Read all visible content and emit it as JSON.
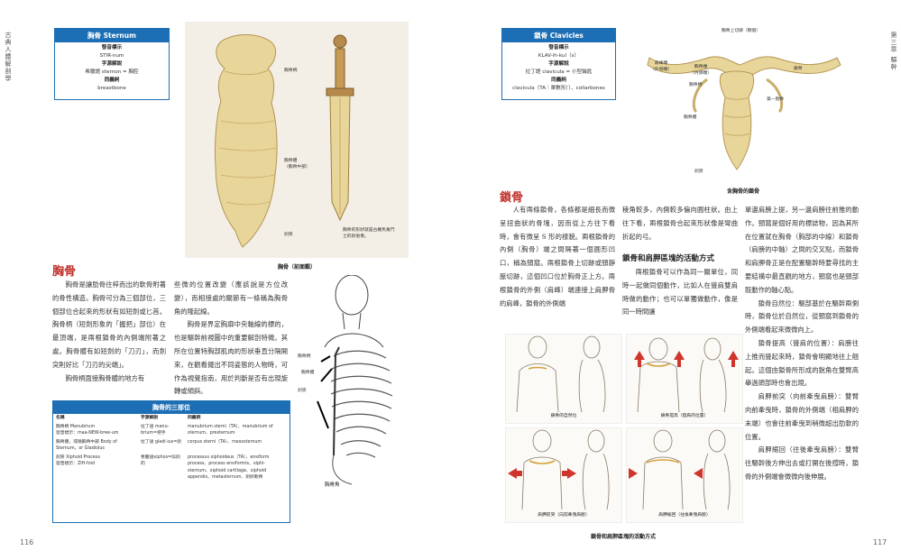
{
  "left": {
    "side_title": "古典人體解剖學",
    "page_number": "116",
    "infobox": {
      "title": "胸骨 Sternum",
      "pron_label": "發音標示",
      "pron": "STIR-num",
      "etym_label": "字源解說",
      "etym": "希臘語 sternon = 胸腔",
      "syn_label": "同義詞",
      "syn": "breastbone"
    },
    "sternum_fig": {
      "label_manubrium": "胸骨柄",
      "label_body": "胸骨體\n（胸骨中部）",
      "label_xiphoid": "劍突",
      "sword_note": "胸骨的形狀就是古羅馬角鬥士的劍俗像。",
      "caption": "胸骨（前面觀）"
    },
    "heading": "胸骨",
    "col1": [
      "胸骨是讓肋骨往梓而出的軟骨附著的骨性構造。胸骨可分為三個部位，三個部位合起來的形狀有如短劍或匕首。胸骨柄（短劍形象的「握把」部位）在最頂端，是兩根鎖骨的內側端附著之處。胸骨體有如短劍的「刀刃」，而劍突則好比「刀刃的尖端」。",
      "胸骨柄面接胸骨體的地方有"
    ],
    "col2": [
      "些微的位置改變（應該說是方位改變），而相接處的關節有一條稱為胸骨角的隆起線。",
      "胸骨是界定胸廓中央軸線的標的，也是驅幹前視圖中的重要解剖特徵。其所在位置特胸部肌肉的形狀垂直分隔開來，在觀看擺出不同姿態的人物時，可作為視覺指南，用於判斷是否有出現旋轉或傾斜。"
    ],
    "table": {
      "title": "胸骨的三部位",
      "headers": [
        "名稱",
        "字源解說",
        "同義詞"
      ],
      "rows": [
        [
          "胸骨柄 Manubrium\n發音標示：maa-NEW-bree-um",
          "拉丁語 manu-brium=把手",
          "manubrium sterni（TA）、manubrium of sternum、presternum"
        ],
        [
          "胸骨體，或稱胸骨中部 Body of Sternum，or Gladiolus",
          "拉丁語 gladi-ius=劍",
          "corpus sterni（TA）、mesosternum"
        ],
        [
          "劍突 Xiphoid Process\n發音標示：ZIH-foid",
          "希臘語xiphos=似劍的",
          "processus xiphoideus（TA）、ensiform process、process ensiformis、xiphi-sternum、xiphoid cartilage、xiphoid appendix、metasternum、劍狀軟骨"
        ]
      ]
    },
    "skeleton_fig": {
      "label_manubrium": "胸骨柄",
      "label_body": "胸骨體",
      "label_xiphoid": "劍突",
      "caption": "胸骨角"
    }
  },
  "right": {
    "side_title": "第三章 驅幹",
    "page_number": "117",
    "infobox": {
      "title": "鎖骨 Clavicles",
      "pron_label": "發音標示",
      "pron": "KLAV-ih-kul（s）",
      "etym_label": "字源解說",
      "etym": "拉丁語 clavicula = 小型鑰匙",
      "syn_label": "同義詞",
      "syn": "clavicula（TA｜單數形｝）、collarbones"
    },
    "clavicle_fig": {
      "label_top": "胸骨上切跡（頸窩）",
      "label_left1": "肩峰端\n（外側端）",
      "label_left2": "胸骨端\n（內側端）",
      "label_manubrium": "胸骨柄",
      "label_clavicle": "鎖骨",
      "label_sternal_body": "胸骨體",
      "label_xiphoid": "劍突",
      "label_rib": "第一肋骨",
      "caption": "含胸骨的鎖骨"
    },
    "heading": "鎖骨",
    "col1": [
      "人有兩條鎖骨，各條都是細長而微呈扭曲狀的骨塊，因而從上方往下看時，會有微呈 S 形的樣貌。兩根鎖骨的內側（胸骨）端之間隔著一個圓形凹口，稱為頸窩。兩根鎖骨上切跡或頸靜脈切跡，這個凹口位於胸骨正上方。兩根鎖骨的外側（肩峰）端連接上肩胛骨的肩峰，鎖骨的外側端"
    ],
    "col2": [
      "稜角較多，內側較多偏向圓柱狀。由上往下看，兩根鎖骨合起來形狀像是彎曲折起的弓。"
    ],
    "subheading": "鎖骨和肩胛區塊的活動方式",
    "col2b": [
      "兩根鎖骨可以作為同一關單位，同時一起做同個動作，比如人在聳肩雙肩時做的動作；也可以單獨做動作，像是同一時間讓"
    ],
    "col3": [
      "單邊肩膀上提，另一邊肩膀往前推的動作。頸窩是個好用的標誌物，因為其所在位置就在胸骨（胸部的中線）和鎖骨（肩膀的中軸）之間的交叉點，而鎖骨和肩胛骨正是在配置驅幹時要尋找的主要結構中最直觀的地方，頸窩也是頸部既動作的軸心點。",
      "鎖骨自然位：驅部基於在驅幹兩側時，鎖骨位於自然位，從頸窩到鎖骨的外側端看起來微微向上。",
      "鎖骨提高（聳肩的位置）：肩膀往上推而聳起來時，鎖骨會明顯地往上翹起。這個由鎖骨所形成的銳角在雙臂高舉過頭部時也會出現。",
      "肩胛前突（向前牽曳肩膀）：雙臂向前牽曳時，鎖骨的外側端（相肩胛的末端）也會往前牽曳到稍微超出肋軟的位置。",
      "肩胛縮回（往後牽曳肩膀）：雙臂往驅幹後方伸出去或打開在後撐時，鎖骨的外側端會微微向後伸展。"
    ],
    "thumbs": [
      {
        "caption": "鎖骨的自然位"
      },
      {
        "caption": "鎖骨提高（聳肩的位置）"
      },
      {
        "caption": "肩胛前突（向前牽曳肩膀）"
      },
      {
        "caption": "肩胛縮回（往後牽曳肩膀）"
      }
    ],
    "thumbs_caption": "鎖骨和肩胛區塊的活動方式"
  },
  "colors": {
    "accent_blue": "#1d6fb5",
    "heading_red": "#c0312b",
    "bone_fill": "#e8d59a",
    "bone_shade": "#c9ac6a",
    "arrow_red": "#d0352c"
  }
}
